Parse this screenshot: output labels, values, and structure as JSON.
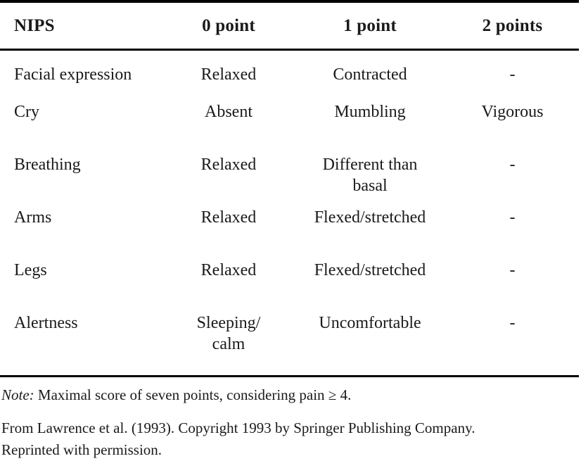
{
  "table": {
    "columns": [
      "NIPS",
      "0 point",
      "1 point",
      "2 points"
    ],
    "rows": [
      {
        "label": "Facial expression",
        "c0": "Relaxed",
        "c1": "Contracted",
        "c1b": "",
        "c2": "-"
      },
      {
        "label": "Cry",
        "c0": "Absent",
        "c1": "Mumbling",
        "c1b": "",
        "c2": "Vigorous"
      },
      {
        "label": "Breathing",
        "c0": "Relaxed",
        "c1": "Different than",
        "c1b": "basal",
        "c2": "-"
      },
      {
        "label": "Arms",
        "c0": "Relaxed",
        "c1": "Flexed/stretched",
        "c1b": "",
        "c2": "-"
      },
      {
        "label": "Legs",
        "c0": "Relaxed",
        "c1": "Flexed/stretched",
        "c1b": "",
        "c2": "-"
      },
      {
        "label": "Alertness",
        "c0": "Sleeping/",
        "c0b": "calm",
        "c1": "Uncomfortable",
        "c1b": "",
        "c2": "-"
      }
    ]
  },
  "notes": {
    "note_label": "Note:",
    "note_text": " Maximal score of seven points, considering pain ≥ 4.",
    "credit": "From Lawrence et al. (1993). Copyright 1993 by Springer Publishing Company. Reprinted with permission."
  },
  "colors": {
    "rule": "#000000",
    "text": "#1a1a1a",
    "background": "#ffffff"
  }
}
